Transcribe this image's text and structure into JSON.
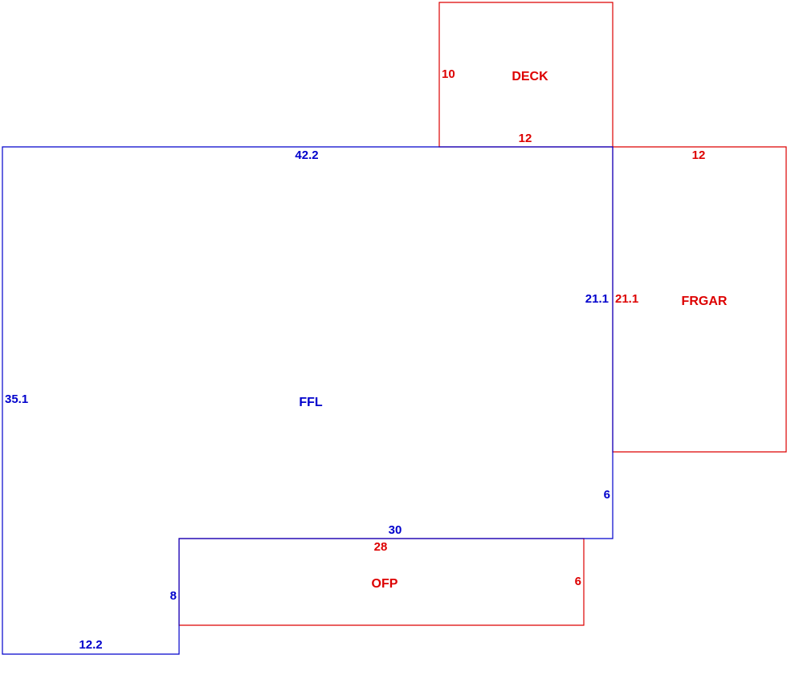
{
  "colors": {
    "living": "#0000cc",
    "exterior": "#dd0000",
    "background": "#ffffff"
  },
  "areas": {
    "ffl": {
      "name": "FFL",
      "sides": {
        "top": "42.2",
        "left": "35.1",
        "right_upper": "21.1",
        "right_lower": "6",
        "bottom_inner": "30",
        "notch_side": "8",
        "bottom": "12.2"
      }
    },
    "deck": {
      "name": "DECK",
      "sides": {
        "left": "10",
        "bottom": "12"
      }
    },
    "frgar": {
      "name": "FRGAR",
      "sides": {
        "top": "12",
        "left": "21.1"
      }
    },
    "ofp": {
      "name": "OFP",
      "sides": {
        "top": "28",
        "right": "6"
      }
    }
  }
}
